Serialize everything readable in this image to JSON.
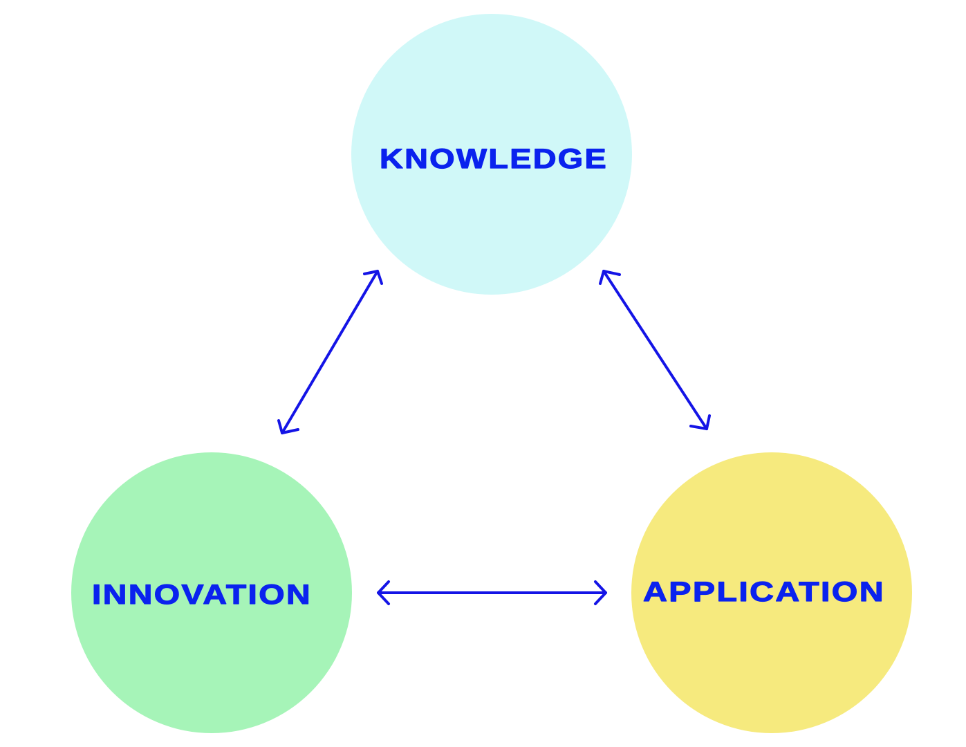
{
  "colors": {
    "text": "#0a22ee",
    "arrow": "#1414e6",
    "knowledge": "#d0f8f8",
    "innovation": "#a6f4b8",
    "application": "#f6ea7e"
  },
  "nodes": {
    "knowledge": {
      "label": "KNOWLEDGE"
    },
    "innovation": {
      "label": "INNOVATION"
    },
    "application": {
      "label": "APPLICATION"
    }
  },
  "connections": [
    {
      "from": "knowledge",
      "to": "innovation",
      "bidirectional": true
    },
    {
      "from": "knowledge",
      "to": "application",
      "bidirectional": true
    },
    {
      "from": "innovation",
      "to": "application",
      "bidirectional": true
    }
  ]
}
